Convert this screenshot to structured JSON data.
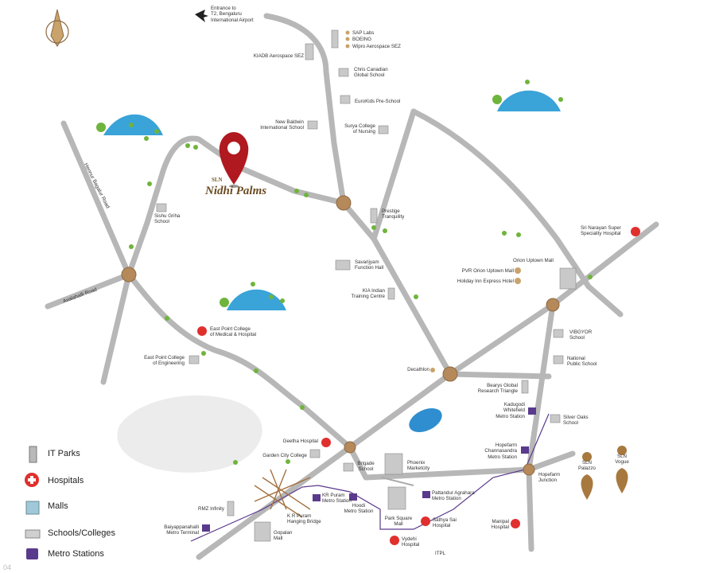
{
  "brand": {
    "sln": "SLN",
    "name": "Nidhi Palms"
  },
  "roads": {
    "hennur": "Hennur Bagalur Road",
    "avalahalli": "Avalahalli Road"
  },
  "labels": {
    "airport": "Entrance to\nT2, Bengaluru\nInternational Airport",
    "sap": "SAP Labs",
    "boeing": "BOEING",
    "wipro": "Wipro Aerospace SEZ",
    "kiadb": "KIADB Aerospace SEZ",
    "chris": "Chris Canadian\nGlobal School",
    "eurokids": "EuroKids Pre-School",
    "baldwin": "New Baldwin\nInternational School",
    "surya": "Surya College\nof Nursing",
    "sishu": "Sishu Griha\nSchool",
    "prestige": "Prestige\nTranquility",
    "savarijyam": "Savarijyam\nFunction Hall",
    "kia": "KIA Indian\nTraining Centre",
    "sri_narayan": "Sri Narayan Super\nSpeciality Hospital",
    "orion_mall": "Orion Uptown Mall",
    "pvr": "PVR Orion Uptown Mall",
    "holiday_inn": "Holiday Inn Express Hotel",
    "ep_medical": "East Point College\nof Medical & Hospital",
    "ep_engg": "East Point College\nof Engineering",
    "vibgyor": "VIBGYOR\nSchool",
    "national": "National\nPublic School",
    "decathlon": "Decathlon",
    "bearys": "Bearys Global\nResearch Triangle",
    "kadugodi": "Kadugodi\nWhitefield\nMetro Station",
    "silver_oaks": "Silver Oaks\nSchool",
    "geetha": "Geetha Hospital",
    "garden_city": "Garden City College",
    "brigade": "Brigade\nSchool",
    "phoenix": "Phoenix\nMarketcity",
    "hopefarm_metro": "Hopefarm\nChannasandra\nMetro Station",
    "hopefarm_jn": "Hopefarm\nJunction",
    "sln_palazzo": "SLN\nPalazzo",
    "sln_vogue": "SLN\nVogue",
    "rmz": "RMZ Infinity",
    "kr_metro": "KR Puram\nMetro Station",
    "kr_bridge": "K R Puram\nHanging Bridge",
    "hoodi": "Hoodi\nMetro Station",
    "pattandur": "Pattandur Agrahara\nMetro Station",
    "park_square": "Park Square\nMall",
    "sathya_sai": "Sathya Sai\nHospital",
    "manipal": "Manipal\nHospital",
    "vydehi": "Vydehi\nHospital",
    "itpl": "ITPL",
    "baiyappanahalli": "Baiyappanahalli\nMetro Terminal",
    "gopalan": "Gopalan\nMall"
  },
  "legend": [
    {
      "label": "IT Parks",
      "icon": "it-park-icon"
    },
    {
      "label": "Hospitals",
      "icon": "hospital-icon"
    },
    {
      "label": "Malls",
      "icon": "mall-icon"
    },
    {
      "label": "Schools/Colleges",
      "icon": "school-icon"
    },
    {
      "label": "Metro Stations",
      "icon": "metro-icon"
    }
  ],
  "page_number": "04",
  "colors": {
    "road": "#b7b7b7",
    "junction": "#b5895a",
    "hospital": "#e0302e",
    "metro": "#5a3a8c",
    "water": "#3aa3d8",
    "pin": "#b0191f"
  }
}
